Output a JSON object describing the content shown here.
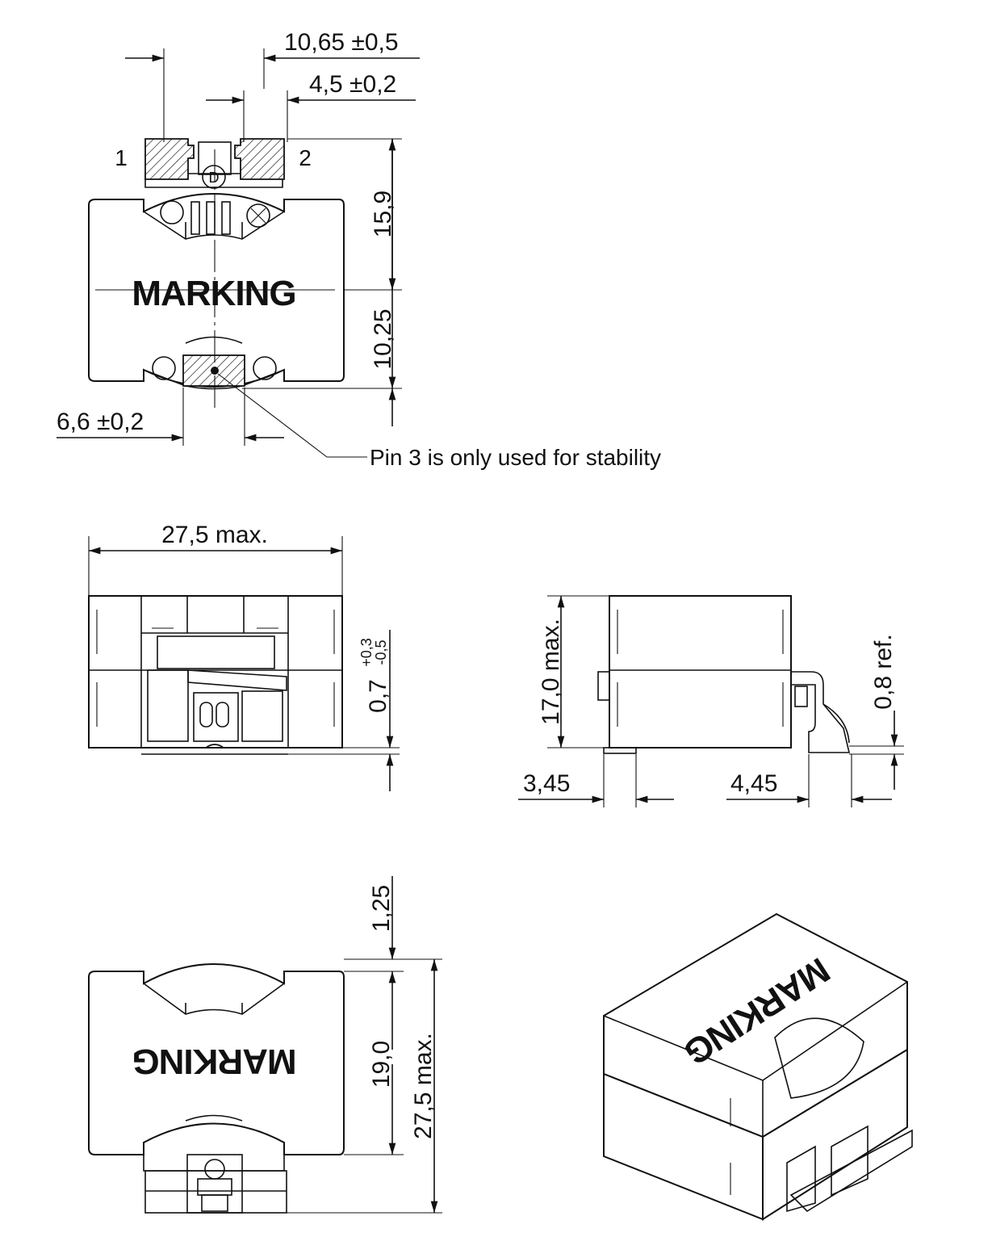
{
  "dimensions": {
    "d1065": "10,65 ±0,5",
    "d45": "4,5 ±0,2",
    "d159": "15,9",
    "d1025": "10,25",
    "d66": "6,6 ±0,2",
    "d275a": "27,5  max.",
    "d07": "0,7",
    "d07tol_plus": "+0,3",
    "d07tol_minus": "-0,5",
    "d170": "17,0  max.",
    "d08": "0,8  ref.",
    "d345": "3,45",
    "d445": "4,45",
    "d125": "1,25",
    "d190": "19,0",
    "d275b": "27,5  max."
  },
  "labels": {
    "pin1": "1",
    "pin2": "2",
    "pin_d": "D",
    "pin3_note": "Pin 3 is only used for stability",
    "marking_top": "MARKING",
    "marking_bottom": "MARKING",
    "marking_iso": "MARKING"
  }
}
